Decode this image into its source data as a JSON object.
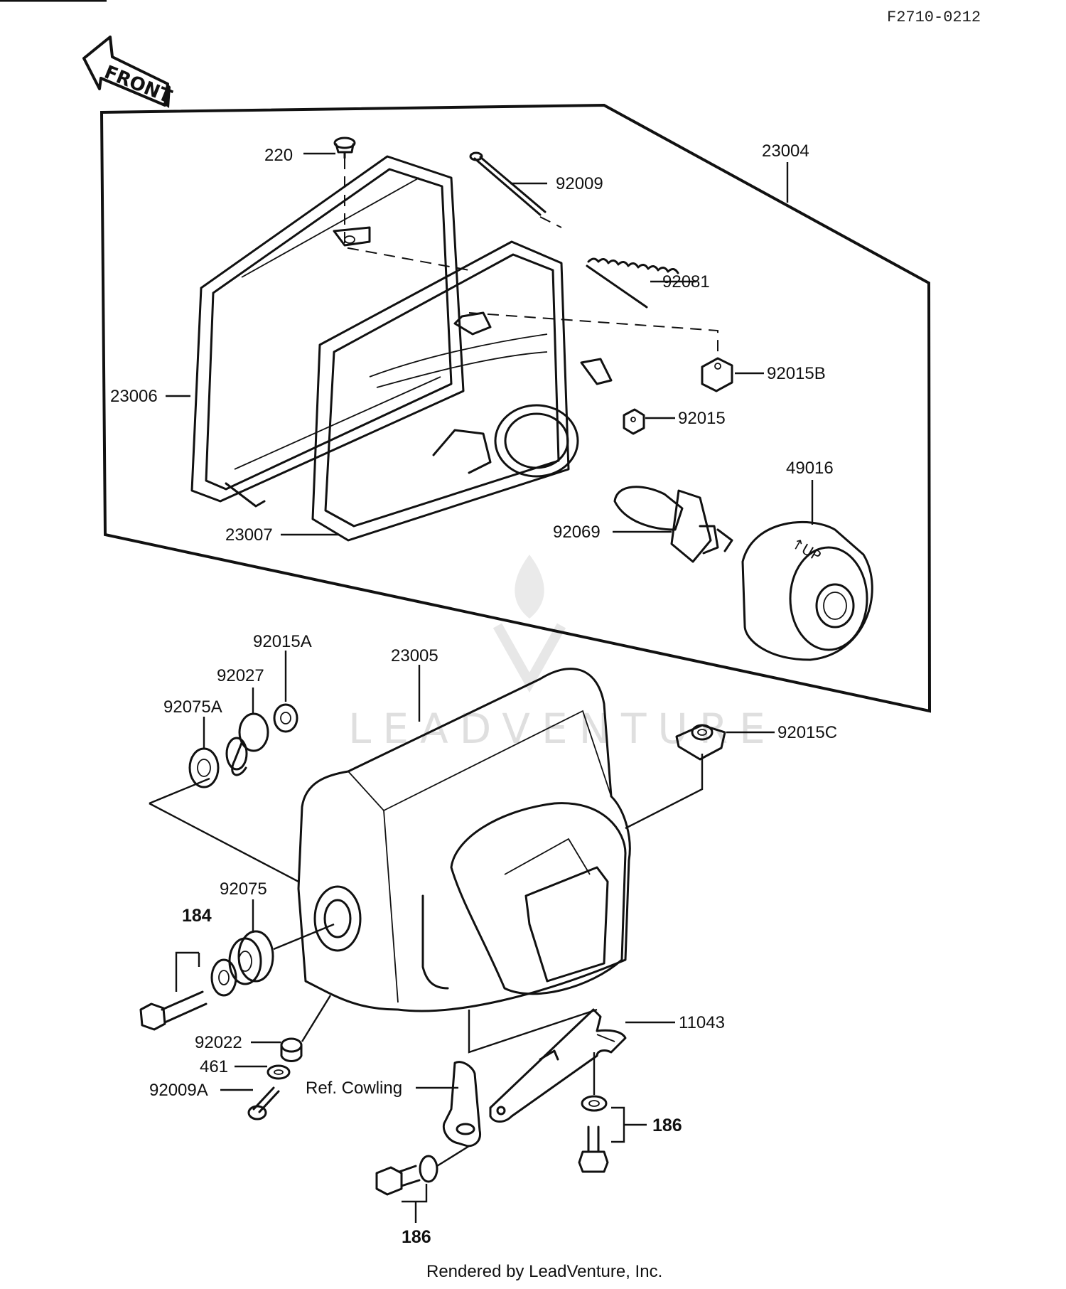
{
  "figure_ref": "F2710-0212",
  "front_label": "FRONT",
  "watermark": "LEADVENTURE",
  "footer": "Rendered by LeadVenture, Inc.",
  "labels": {
    "p220": "220",
    "p92009": "92009",
    "p23004": "23004",
    "p92081": "92081",
    "p92015B": "92015B",
    "p23006": "23006",
    "p92015": "92015",
    "p49016": "49016",
    "p92069": "92069",
    "p23007": "23007",
    "p92015A": "92015A",
    "p92027": "92027",
    "p23005": "23005",
    "p92075A": "92075A",
    "p92015C": "92015C",
    "p92075": "92075",
    "p184": "184",
    "p11043": "11043",
    "p92022": "92022",
    "p461": "461",
    "p92009A": "92009A",
    "ref_cowling": "Ref. Cowling",
    "p186a": "186",
    "p186b": "186"
  }
}
